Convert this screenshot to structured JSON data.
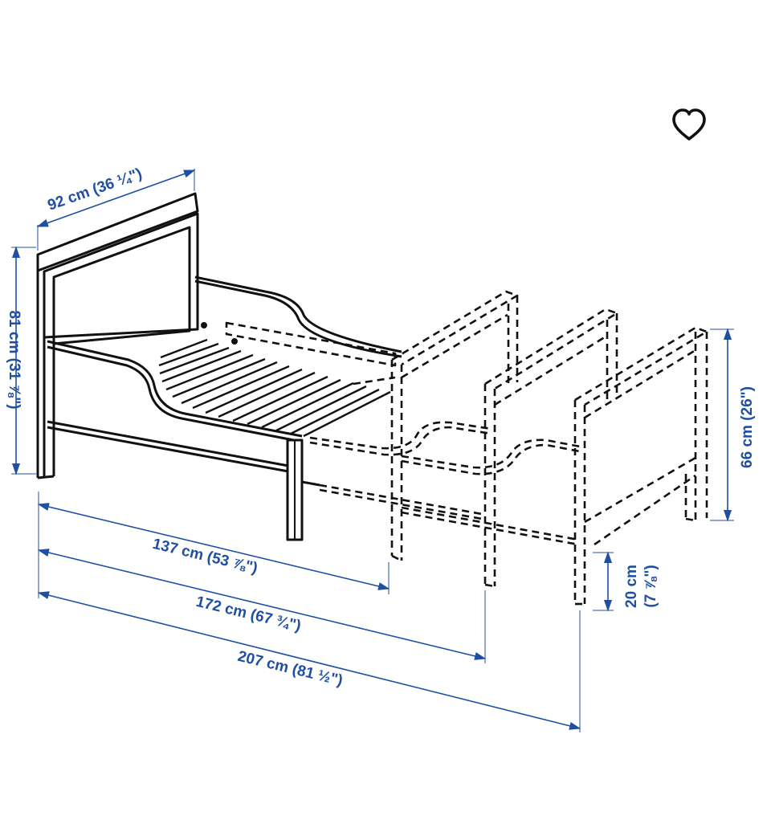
{
  "favorite": {
    "icon": "heart-outline-icon"
  },
  "colors": {
    "dimension": "#1f4fa3",
    "line": "#111111",
    "background": "#ffffff"
  },
  "dimensions": {
    "width": "92 cm (36 ¼\")",
    "height": "81 cm (31 ⅞\")",
    "length_min": "137 cm (53 ⅞\")",
    "length_mid": "172 cm (67 ¾\")",
    "length_max": "207 cm (81 ½\")",
    "footboard_height": "66 cm (26\")",
    "underbed_height": "20 cm",
    "underbed_height_in": "(7 ⅞\")"
  }
}
